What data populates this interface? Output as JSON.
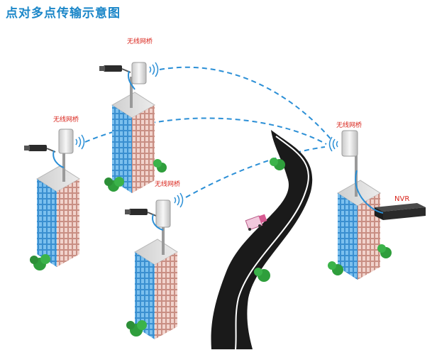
{
  "title": "点对多点传输示意图",
  "labels": {
    "bridge_top": "无线网桥",
    "bridge_left": "无线网桥",
    "bridge_mid": "无线网桥",
    "bridge_right": "无线网桥",
    "nvr": "NVR"
  },
  "colors": {
    "title": "#1a86c8",
    "label": "#d9241b",
    "link": "#2b8fd6",
    "glass": "#4a9fd6",
    "brick": "#d8a79c",
    "road": "#1a1a1a",
    "tree": "#2f9e3c"
  }
}
